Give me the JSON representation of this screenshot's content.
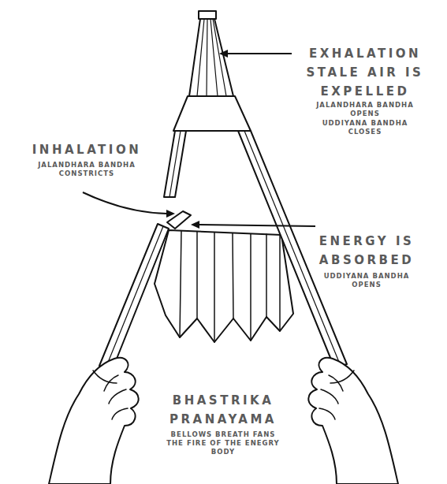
{
  "diagram": {
    "title": "BHASTRIKA PRANAYAMA",
    "caption": "BELLOWS BREATH FANS THE FIRE OF THE ENEGRY BODY",
    "labels": [
      "EXHALATION STALE AIR IS EXPELLED",
      "JALANDHARA BANDHA OPENS",
      "UDDIYANA BANDHA CLOSES",
      "INHALATION",
      "JALANDHARA BANDHA CONSTRICTS",
      "ENERGY IS ABSORBED",
      "UDDIYANA BANDHA OPENS"
    ]
  }
}
